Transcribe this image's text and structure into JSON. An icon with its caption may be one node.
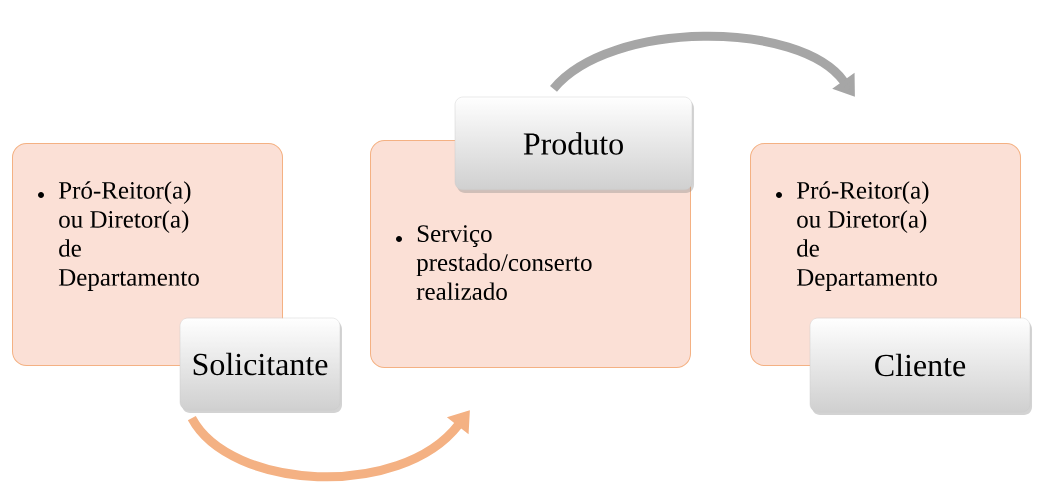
{
  "diagram": {
    "nodes": [
      {
        "text": [
          "Pró-Reitor(a) ou Diretor(a) de Departamento"
        ]
      },
      {
        "text": [
          "Solicitante"
        ]
      },
      {
        "text": [
          "Serviço prestado/conserto realizado"
        ]
      },
      {
        "text": [
          "Produto"
        ]
      },
      {
        "text": [
          "Pró-Reitor(a) ou Diretor(a) de Departamento"
        ]
      },
      {
        "text": [
          "Cliente"
        ]
      }
    ],
    "edges": [
      {
        "from": 1,
        "to": 2,
        "arrow": "to",
        "color": "#f4b183"
      },
      {
        "from": 3,
        "to": 4,
        "arrow": "to",
        "color": "#a6a6a6"
      }
    ]
  }
}
